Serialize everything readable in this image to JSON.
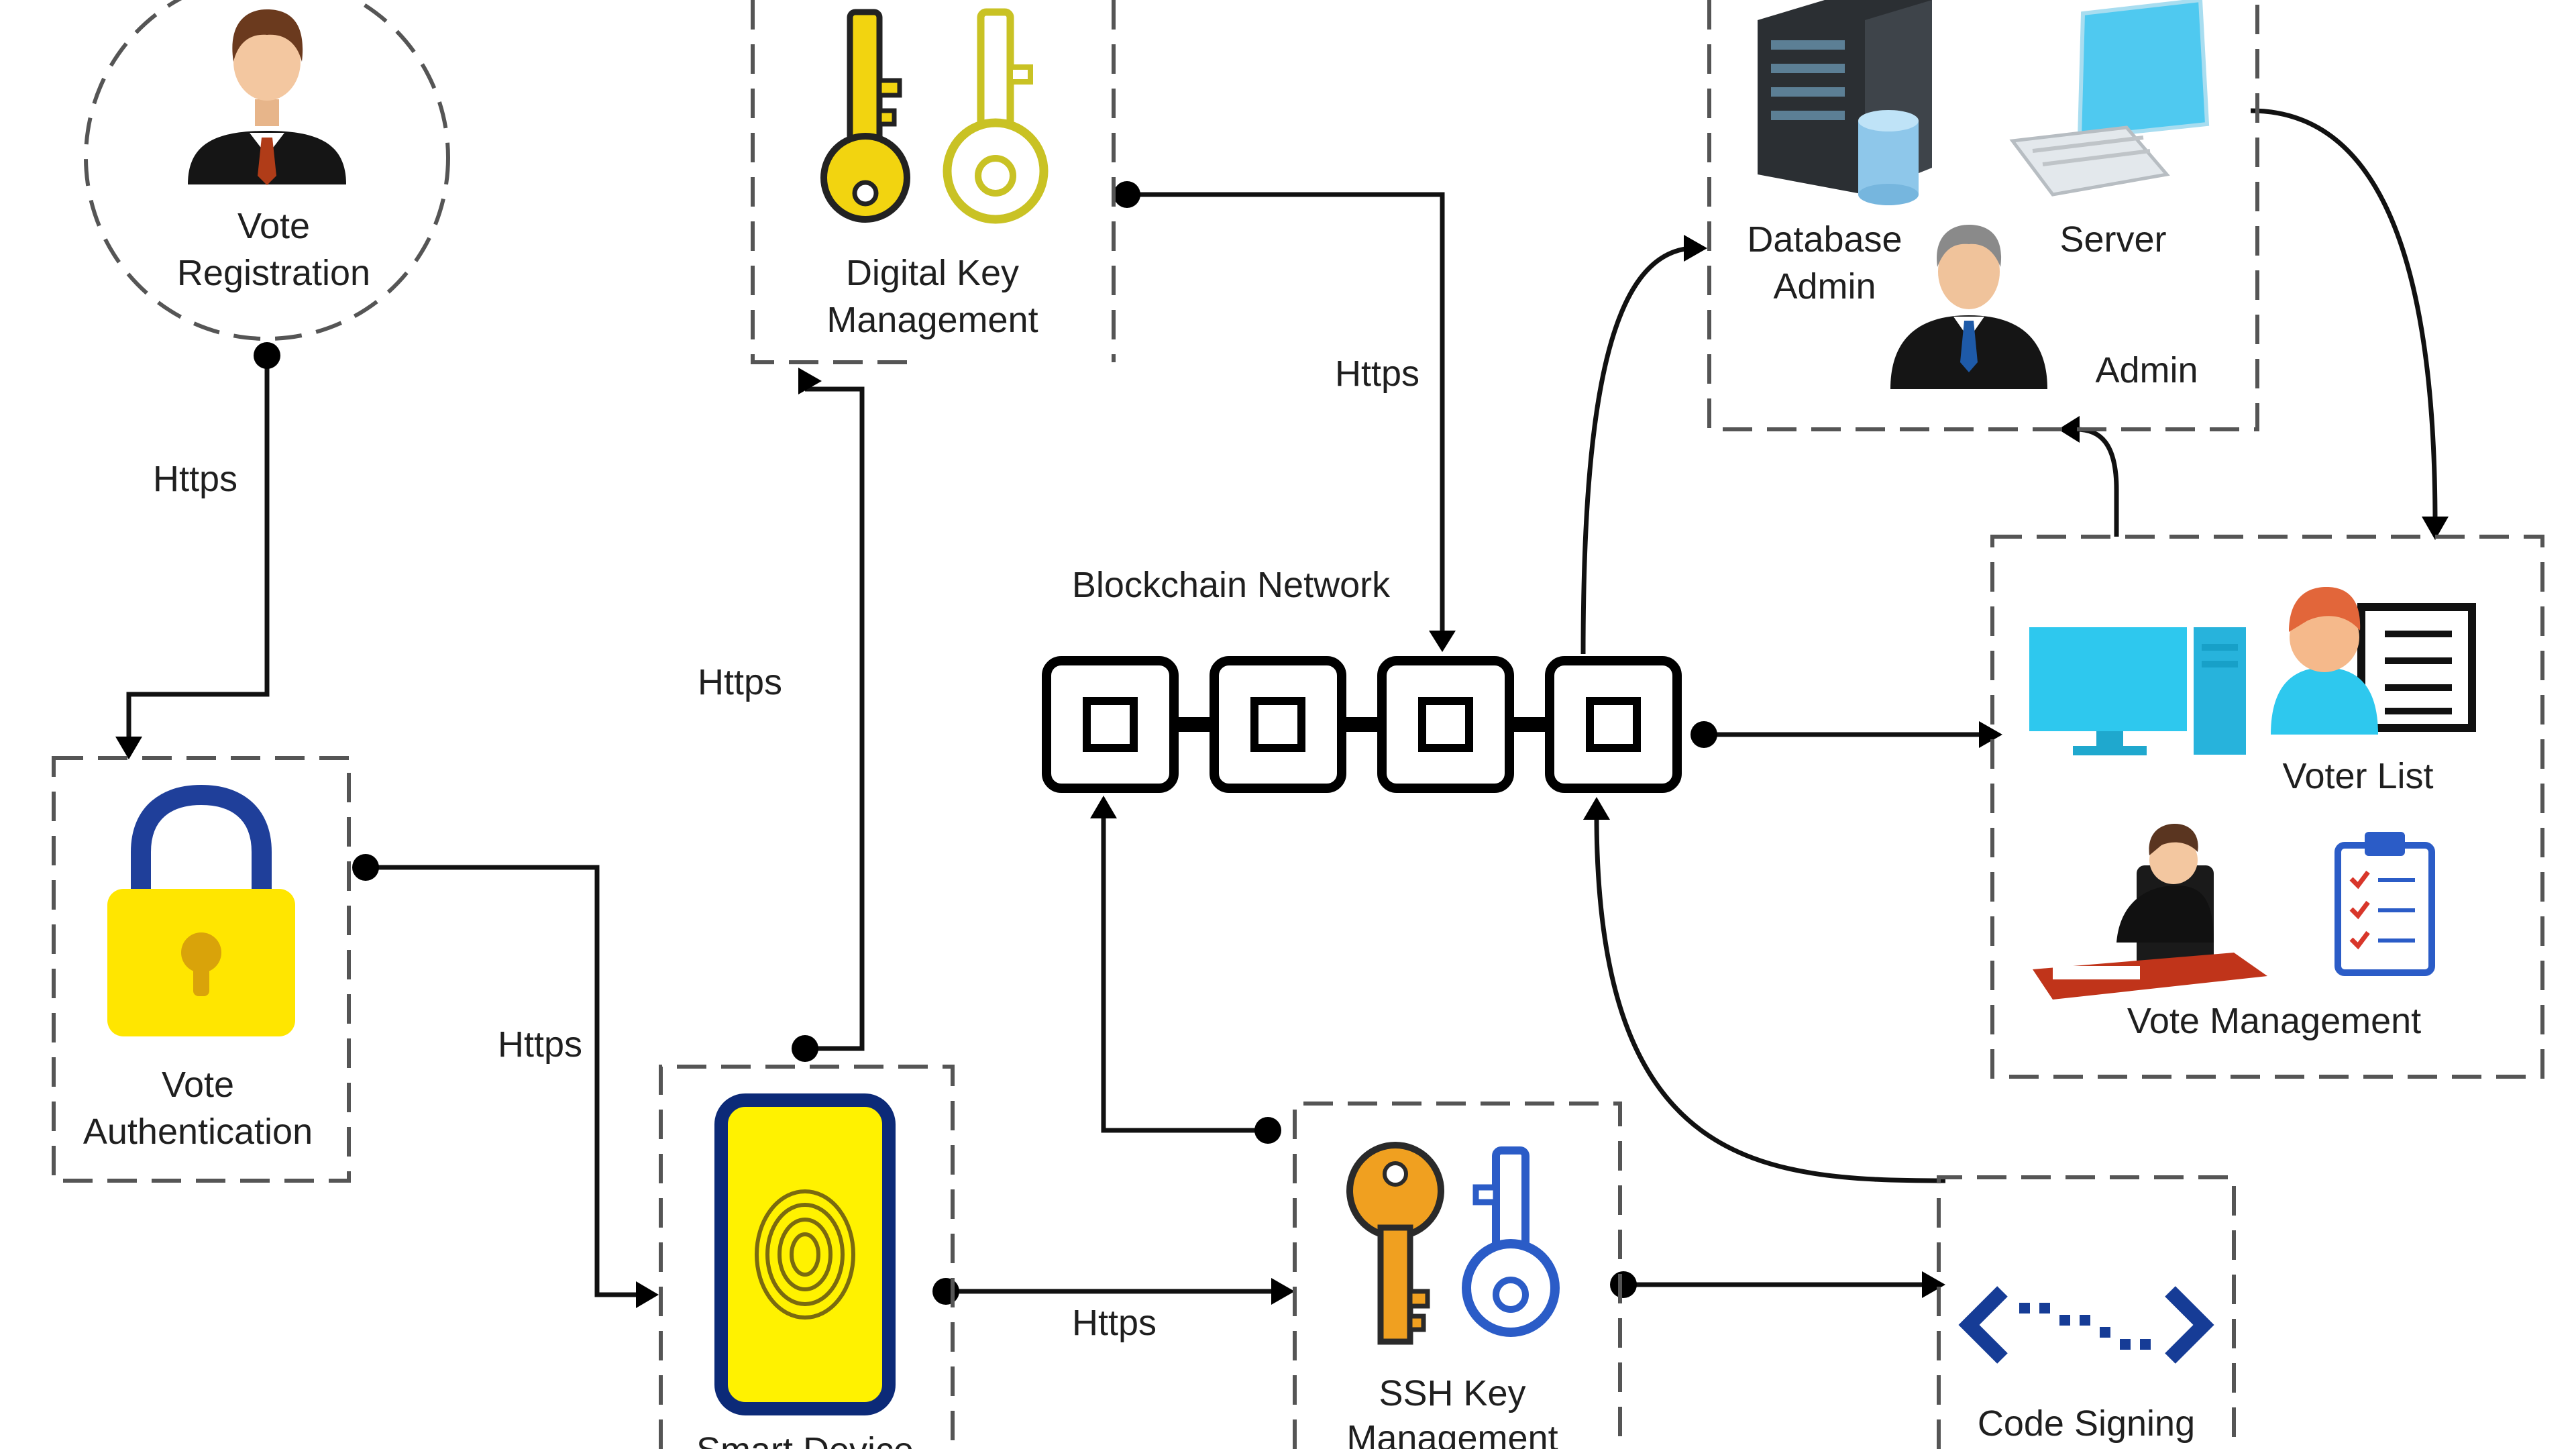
{
  "nodes": {
    "vote_registration": {
      "line1": "Vote",
      "line2": "Registration"
    },
    "digital_key": {
      "line1": "Digital Key",
      "line2": "Management"
    },
    "admin_cluster": {
      "database_line1": "Database",
      "database_line2": "Admin",
      "server": "Server",
      "admin": "Admin"
    },
    "blockchain": {
      "title": "Blockchain Network"
    },
    "vote_auth": {
      "line1": "Vote",
      "line2": "Authentication"
    },
    "smart_device": {
      "label": "Smart Device"
    },
    "ssh_key": {
      "line1": "SSH Key",
      "line2": "Management"
    },
    "code_signing": {
      "label": "Code Signing"
    },
    "vote_mgmt": {
      "voter_list": "Voter List",
      "title": "Vote Management"
    }
  },
  "connections": {
    "reg_to_auth": "Https",
    "device_to_digital_key": "Https",
    "digital_key_to_chain": "Https",
    "auth_to_device": "Https",
    "device_to_ssh": "Https"
  },
  "colors": {
    "key_gold": "#F2D410",
    "key_outline": "#222222",
    "key_green": "#C9C224",
    "key_orange": "#F0A020",
    "key_blue": "#2B5CC7",
    "lock_yellow": "#FFE600",
    "lock_blue": "#1F3F9A",
    "device_yellow": "#FFF200",
    "device_navy": "#0C2A78",
    "monitor_cyan": "#2EC8EE",
    "code_navy": "#163C96"
  }
}
